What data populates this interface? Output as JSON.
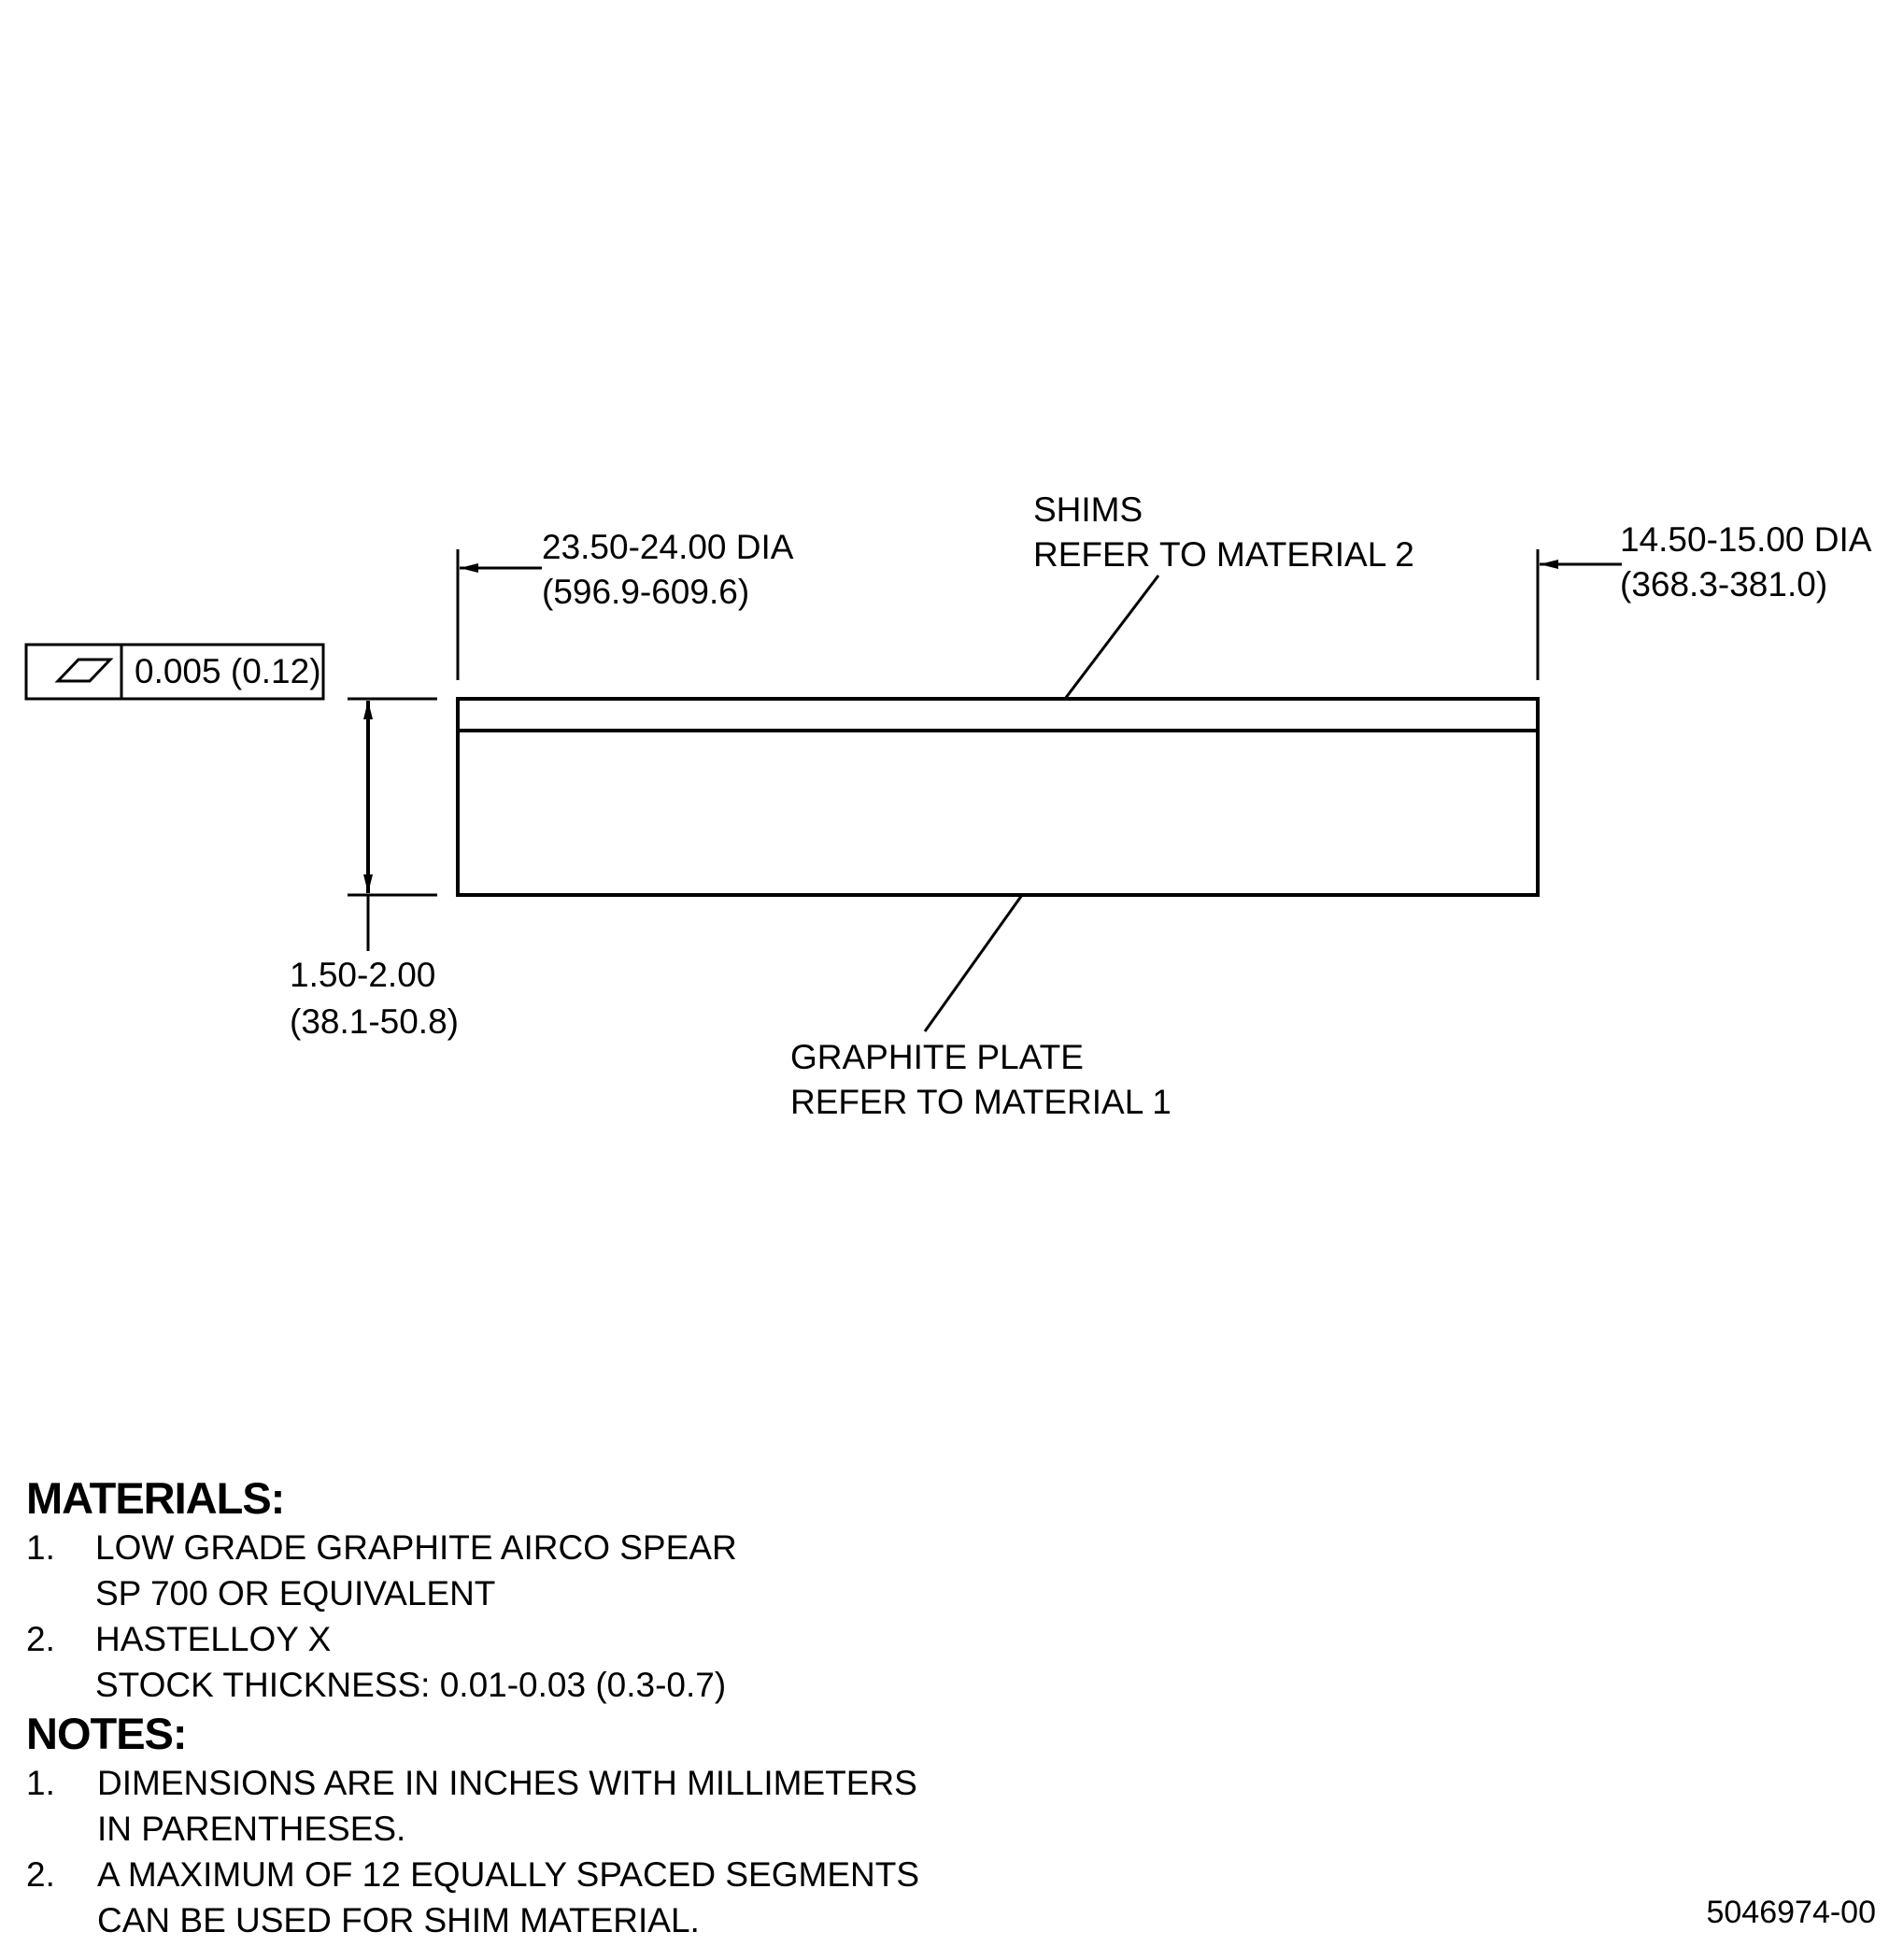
{
  "drawing": {
    "dimensions": {
      "outer_diameter": {
        "inches": "23.50-24.00 DIA",
        "mm": "(596.9-609.6)"
      },
      "inner_diameter": {
        "inches": "14.50-15.00 DIA",
        "mm": "(368.3-381.0)"
      },
      "thickness": {
        "inches": "1.50-2.00",
        "mm": "(38.1-50.8)"
      }
    },
    "flatness_tolerance": "0.005 (0.12)",
    "callouts": {
      "shims": {
        "line1": "SHIMS",
        "line2": "REFER TO MATERIAL 2"
      },
      "graphite_plate": {
        "line1": "GRAPHITE PLATE",
        "line2": "REFER TO MATERIAL 1"
      }
    }
  },
  "materials": {
    "heading": "MATERIALS:",
    "items": [
      {
        "number": "1.",
        "lines": [
          "LOW GRADE GRAPHITE AIRCO SPEAR",
          "SP 700 OR EQUIVALENT"
        ]
      },
      {
        "number": "2.",
        "lines": [
          "HASTELLOY X",
          "STOCK THICKNESS: 0.01-0.03 (0.3-0.7)"
        ]
      }
    ]
  },
  "notes": {
    "heading": "NOTES:",
    "items": [
      {
        "number": "1.",
        "lines": [
          "DIMENSIONS ARE IN INCHES WITH MILLIMETERS",
          "IN PARENTHESES."
        ]
      },
      {
        "number": "2.",
        "lines": [
          "A MAXIMUM OF 12 EQUALLY SPACED SEGMENTS",
          "CAN BE USED FOR SHIM MATERIAL."
        ]
      }
    ]
  },
  "figure_id": "5046974-00"
}
